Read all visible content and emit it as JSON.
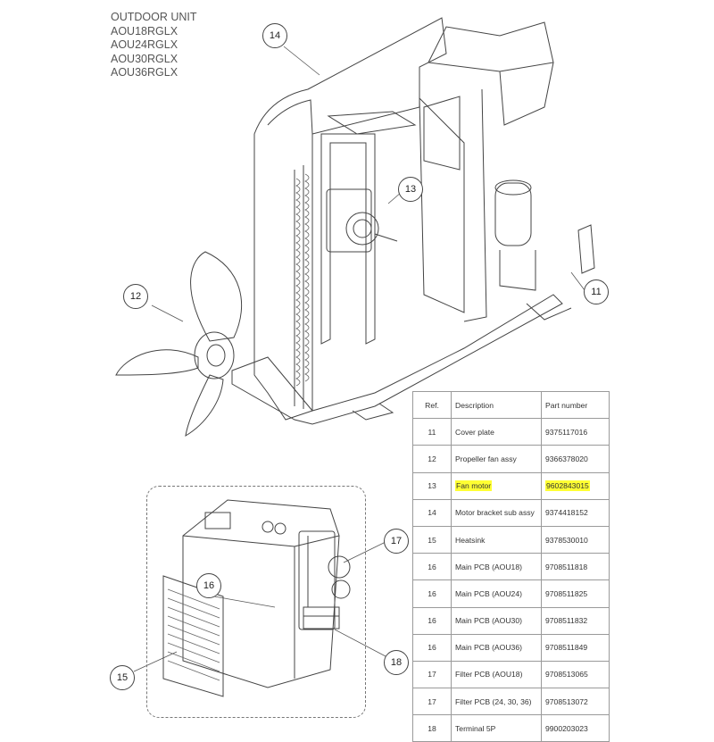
{
  "title_lines": [
    "OUTDOOR UNIT",
    "AOU18RGLX",
    "AOU24RGLX",
    "AOU30RGLX",
    "AOU36RGLX"
  ],
  "callouts": {
    "c11": "11",
    "c12": "12",
    "c13": "13",
    "c14": "14",
    "c15": "15",
    "c16": "16",
    "c17": "17",
    "c18": "18"
  },
  "table": {
    "headers": {
      "ref": "Ref.",
      "desc": "Description",
      "pn": "Part number"
    },
    "rows": [
      {
        "ref": "11",
        "desc": "Cover plate",
        "pn": "9375117016"
      },
      {
        "ref": "12",
        "desc": "Propeller fan assy",
        "pn": "9366378020"
      },
      {
        "ref": "13",
        "desc": "Fan motor",
        "pn": "9602843015"
      },
      {
        "ref": "14",
        "desc": "Motor bracket sub assy",
        "pn": "9374418152"
      },
      {
        "ref": "15",
        "desc": "Heatsink",
        "pn": "9378530010"
      },
      {
        "ref": "16",
        "desc": "Main PCB (AOU18)",
        "pn": "9708511818"
      },
      {
        "ref": "16",
        "desc": "Main PCB (AOU24)",
        "pn": "9708511825"
      },
      {
        "ref": "16",
        "desc": "Main PCB (AOU30)",
        "pn": "9708511832"
      },
      {
        "ref": "16",
        "desc": "Main PCB (AOU36)",
        "pn": "9708511849"
      },
      {
        "ref": "17",
        "desc": "Filter PCB (AOU18)",
        "pn": "9708513065"
      },
      {
        "ref": "17",
        "desc": "Filter PCB (24, 30, 36)",
        "pn": "9708513072"
      },
      {
        "ref": "18",
        "desc": "Terminal 5P",
        "pn": "9900203023"
      }
    ],
    "highlight_ref": "13",
    "highlight_color": "#ffff33"
  }
}
